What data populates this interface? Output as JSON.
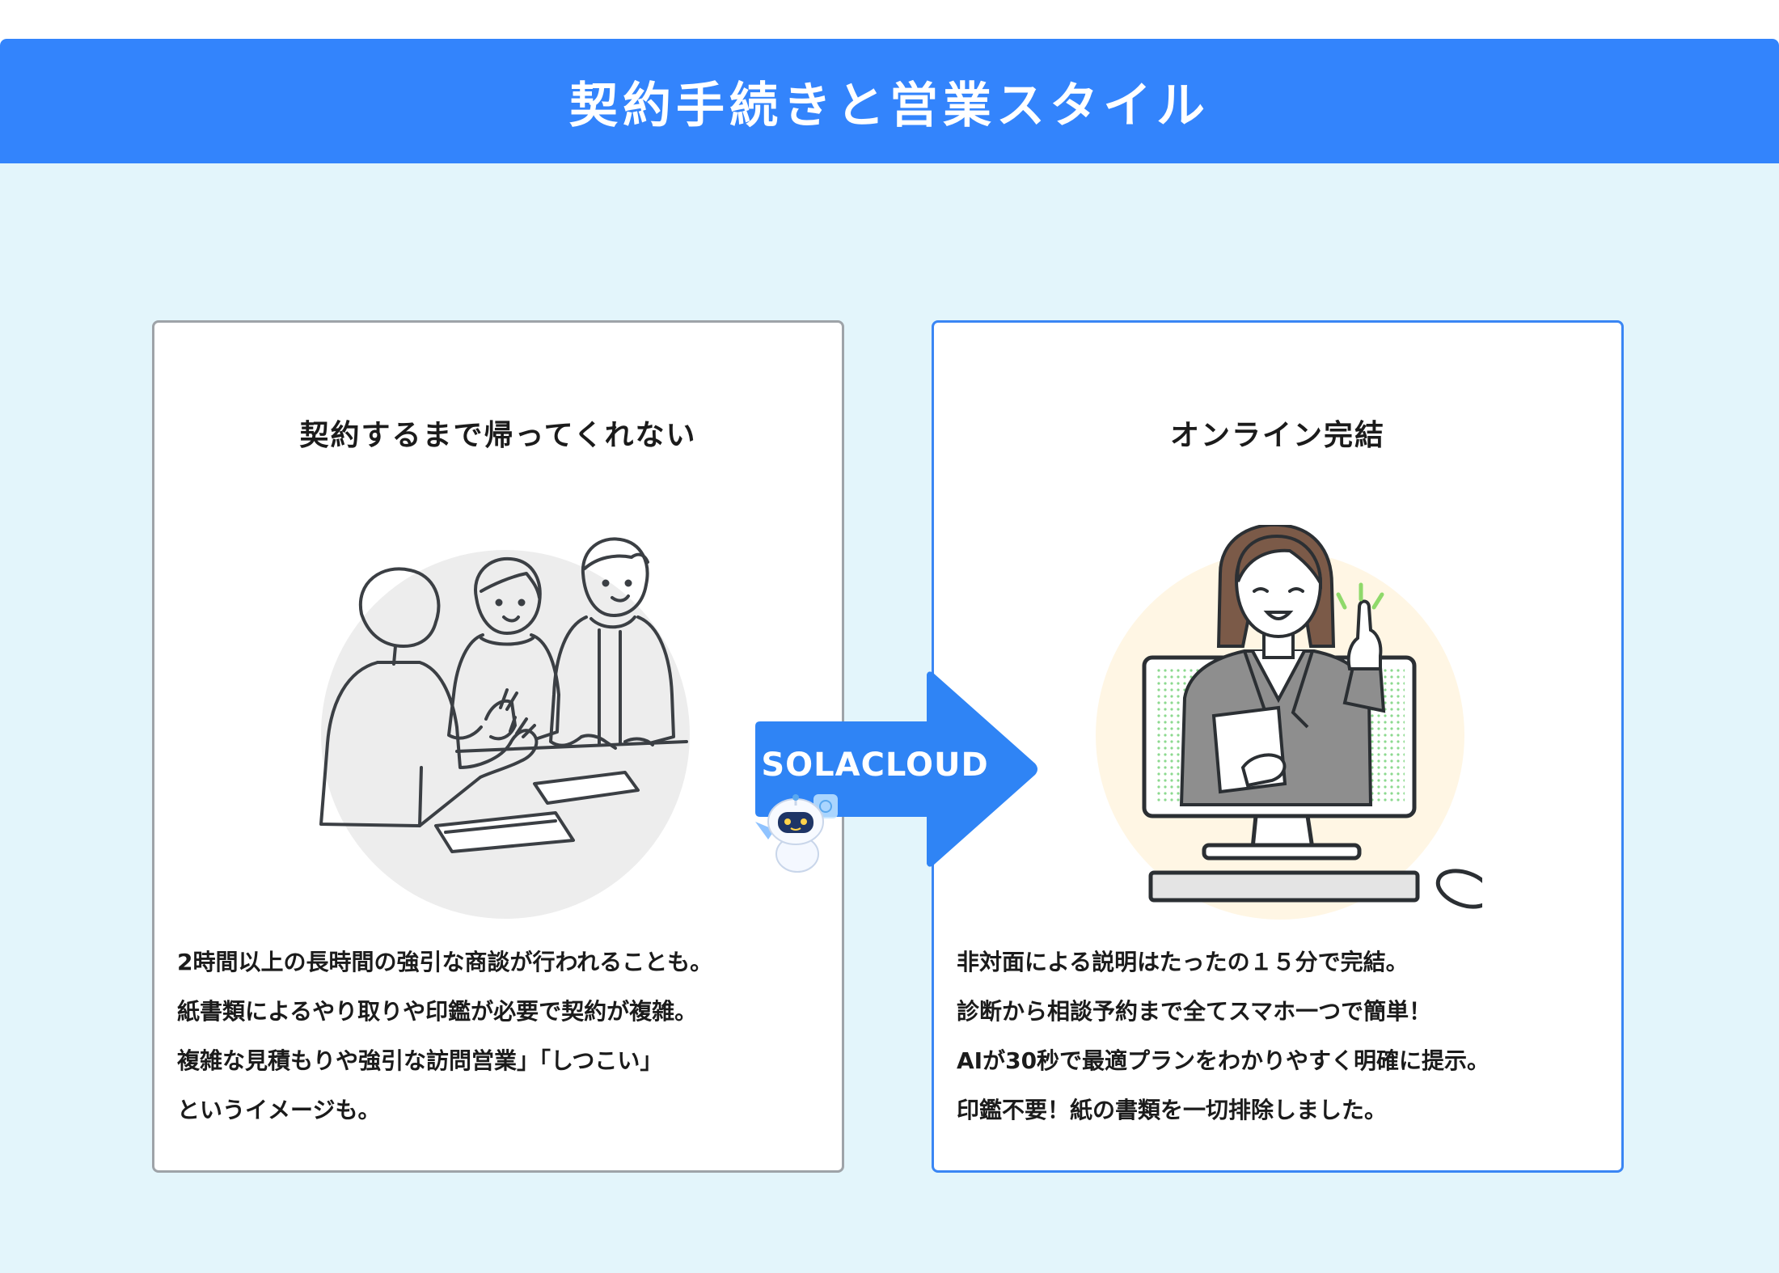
{
  "header": {
    "title": "契約手続きと営業スタイル"
  },
  "left_card": {
    "title": "契約するまで帰ってくれない",
    "lines": [
      "2時間以上の長時間の強引な商談が行われることも。",
      "紙書類によるやり取りや印鑑が必要で契約が複雑。",
      "複雑な見積もりや強引な訪問営業」「しつこい」",
      "というイメージも。"
    ]
  },
  "arrow": {
    "label": "SOLACLOUD"
  },
  "right_card": {
    "title": "オンライン完結",
    "lines": [
      "非対面による説明はたったの１５分で完結。",
      "診断から相談予約まで全てスマホ一つで簡単！",
      "AIが30秒で最適プランをわかりやすく明確に提示。",
      "印鑑不要！紙の書類を一切排除しました。"
    ]
  },
  "colors": {
    "header_bg": "#3384fc",
    "page_bg": "#e3f5fb",
    "left_border": "#9ea3a8",
    "right_border": "#3a86f4",
    "arrow": "#2f84f5"
  },
  "icons": {
    "left_illustration": "meeting-people-illustration",
    "right_illustration": "online-consultant-monitor-illustration",
    "mascot": "robot-mascot-icon"
  }
}
